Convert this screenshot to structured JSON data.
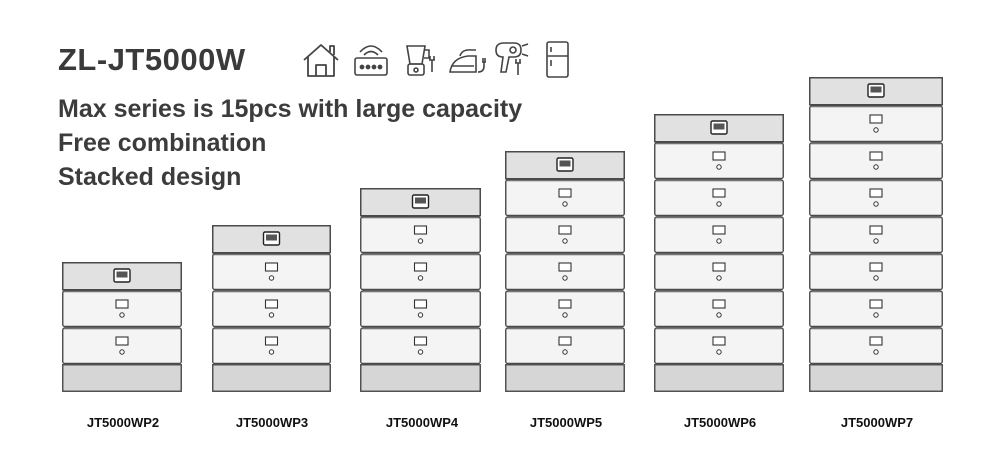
{
  "header": {
    "title": "ZL-JT5000W",
    "appliance_icons": [
      "house-icon",
      "router-icon",
      "blender-icon",
      "iron-icon",
      "hair-dryer-icon",
      "refrigerator-icon"
    ]
  },
  "features": [
    "Max series is 15pcs with large capacity",
    "Free combination",
    "Stacked design"
  ],
  "products": [
    {
      "model": "JT5000WP2",
      "battery_modules": 2
    },
    {
      "model": "JT5000WP3",
      "battery_modules": 3
    },
    {
      "model": "JT5000WP4",
      "battery_modules": 4
    },
    {
      "model": "JT5000WP5",
      "battery_modules": 5
    },
    {
      "model": "JT5000WP6",
      "battery_modules": 6
    },
    {
      "model": "JT5000WP7",
      "battery_modules": 7
    }
  ],
  "colors": {
    "text": "#3a3a3a",
    "cap": "#e1e1e1",
    "base": "#d6d6d6",
    "module": "#f4f4f4",
    "outline": "#4a4a4a"
  }
}
